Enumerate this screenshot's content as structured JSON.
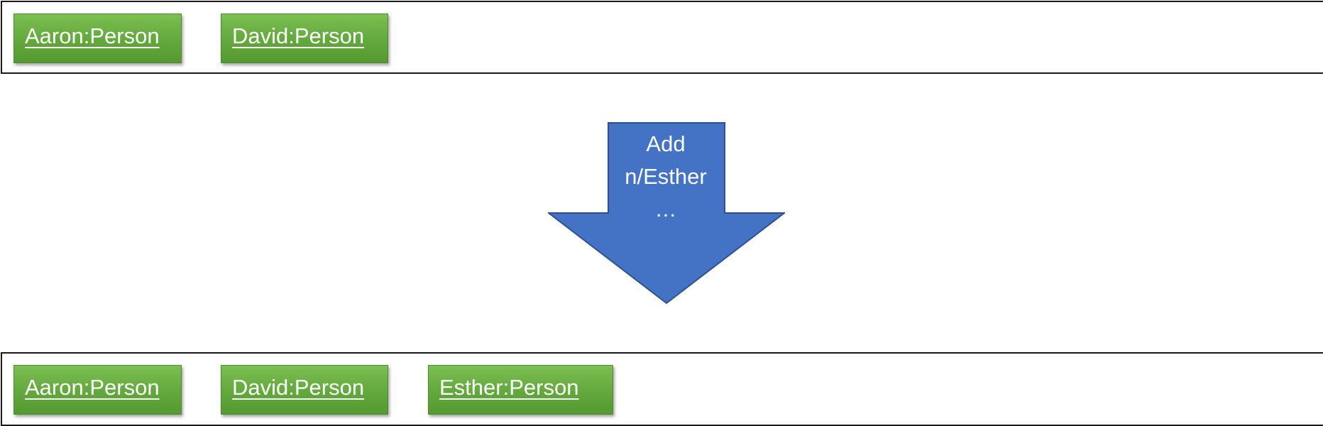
{
  "diagram": {
    "before": {
      "objects": [
        {
          "label": "Aaron:Person"
        },
        {
          "label": "David:Person"
        }
      ]
    },
    "command": {
      "lines": [
        "Add",
        "n/Esther",
        "…"
      ]
    },
    "after": {
      "objects": [
        {
          "label": "Aaron:Person"
        },
        {
          "label": "David:Person"
        },
        {
          "label": "Esther:Person"
        }
      ]
    },
    "colors": {
      "object_fill": "#62a83c",
      "arrow_fill": "#4472c4",
      "arrow_stroke": "#2f528f",
      "panel_border": "#1a1a1a"
    }
  }
}
